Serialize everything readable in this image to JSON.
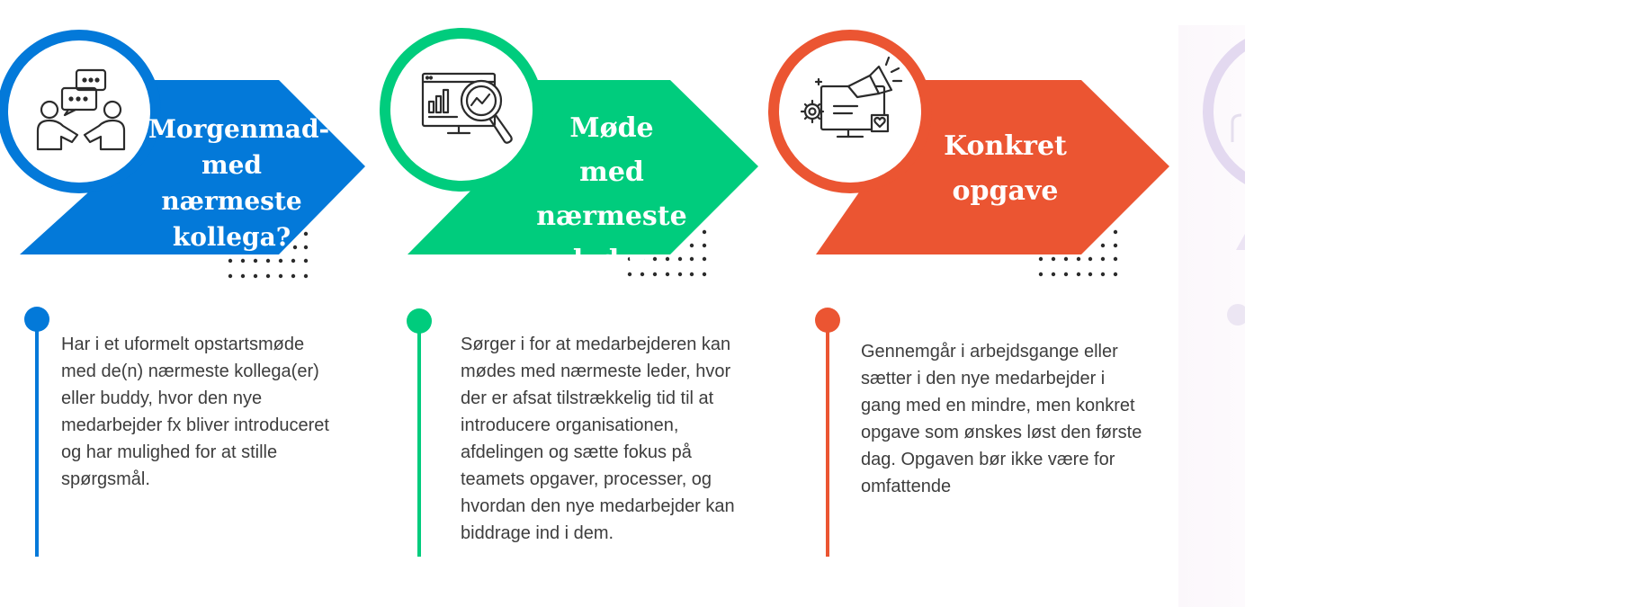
{
  "steps": [
    {
      "id": "breakfast",
      "color": "#0379d9",
      "icon": "people-chat-icon",
      "title": "Morgenmad-\nmed nærmeste\nkollega?",
      "description": "Har i et uformelt opstartsmøde\nmed de(n) nærmeste kollega(er)\neller buddy, hvor den nye\nmedarbejder fx bliver introduceret\nog har mulighed for at stille\nspørgsmål."
    },
    {
      "id": "manager",
      "color": "#00cc7d",
      "icon": "analytics-magnifier-icon",
      "title": "Møde med\nnærmeste\nleder",
      "description": "Sørger i for at medarbejderen kan\nmødes med nærmeste leder, hvor\nder er afsat tilstrækkelig tid til at\nintroducere organisationen,\nafdelingen og sætte fokus på\nteamets opgaver, processer, og\nhvordan den nye medarbejder kan\nbiddrage ind i dem."
    },
    {
      "id": "task",
      "color": "#eb5532",
      "icon": "megaphone-monitor-icon",
      "title": "Konkret\nopgave",
      "description": "Gennemgår i arbejdsgange eller\nsætter i den nye medarbejder i\ngang med en mindre, men konkret\nopgave som ønskes løst den første\ndag. Opgaven bør ikke være for\nomfattende"
    }
  ],
  "faded_step": {
    "color": "#dcd2ee"
  }
}
